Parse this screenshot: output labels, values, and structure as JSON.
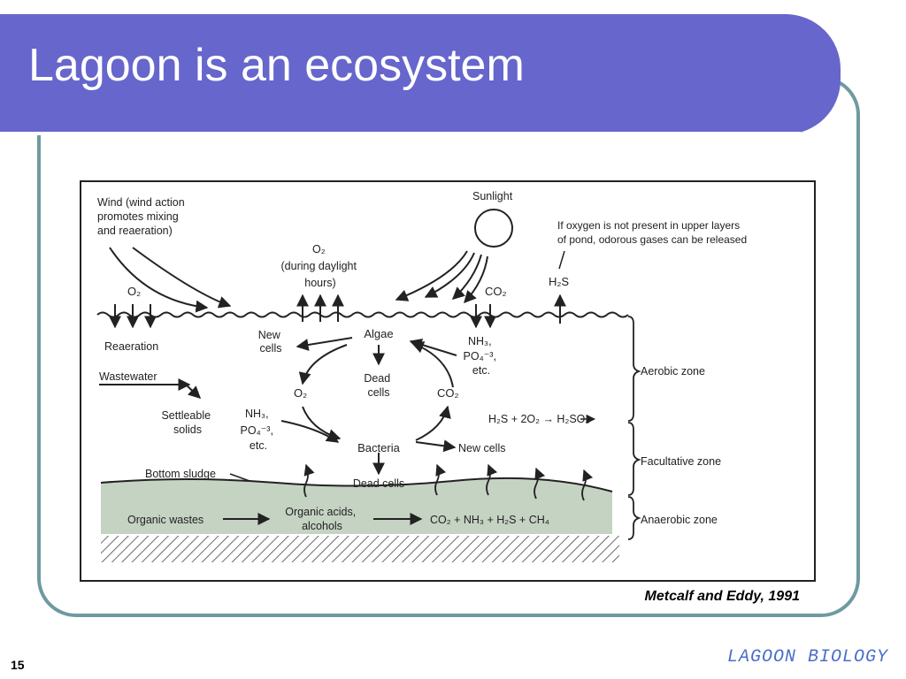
{
  "slide": {
    "title": "Lagoon is an ecosystem",
    "credit": "Metcalf and Eddy, 1991",
    "page_number": "15",
    "footer": "LAGOON BIOLOGY"
  },
  "diagram": {
    "wind": [
      "Wind (wind action",
      "promotes mixing",
      "and reaeration)"
    ],
    "sunlight": "Sunlight",
    "odor_note": [
      "If oxygen is not present in upper layers",
      "of pond, odorous gases can be released"
    ],
    "o2_daylight": [
      "O₂",
      "(during daylight",
      "hours)"
    ],
    "o2_surface": "O₂",
    "co2_surface": "CO₂",
    "h2s_surface": "H₂S",
    "reaeration": "Reaeration",
    "new_cells_left": [
      "New",
      "cells"
    ],
    "algae": "Algae",
    "nutrients_right": [
      "NH₃,",
      "PO₄⁻³,",
      "etc."
    ],
    "wastewater": "Wastewater",
    "dead_cells_algae": [
      "Dead",
      "cells"
    ],
    "o2_mid": "O₂",
    "co2_mid": "CO₂",
    "settleable": [
      "Settleable",
      "solids"
    ],
    "nutrients_left": [
      "NH₃,",
      "PO₄⁻³,",
      "etc."
    ],
    "h2s_reaction": "H₂S + 2O₂ → H₂SO₄",
    "bacteria": "Bacteria",
    "new_cells_bacteria": "New cells",
    "bottom_sludge": "Bottom sludge",
    "dead_cells_bacteria": "Dead cells",
    "organic_wastes": "Organic wastes",
    "organic_acids": [
      "Organic acids,",
      "alcohols"
    ],
    "products": "CO₂ + NH₃ + H₂S + CH₄",
    "zones": {
      "aerobic": "Aerobic zone",
      "facultative": "Facultative zone",
      "anaerobic": "Anaerobic zone"
    }
  }
}
